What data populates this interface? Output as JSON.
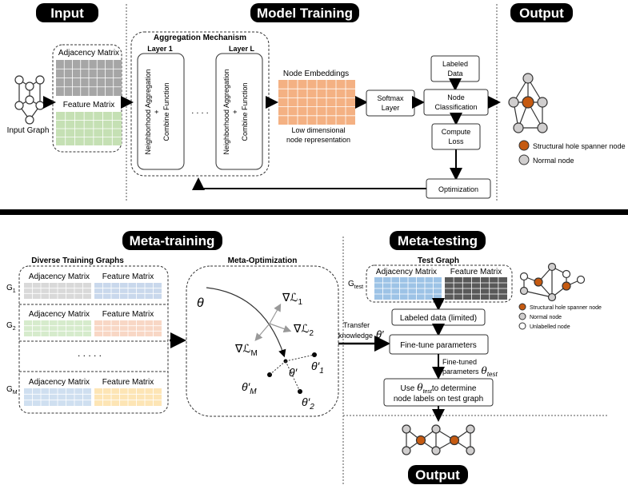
{
  "top": {
    "sections": {
      "input": "Input",
      "model_training": "Model Training",
      "output": "Output"
    },
    "input_graph_label": "Input Graph",
    "adjacency_matrix": "Adjacency Matrix",
    "feature_matrix": "Feature Matrix",
    "aggregation_title": "Aggregation Mechanism",
    "layer1": "Layer 1",
    "layerL": "Layer L",
    "neighborhood_aggregation": "Neighborhood Aggregation",
    "plus": "+",
    "combine_function": "Combine Function",
    "dots": ". . . .",
    "node_embeddings": "Node Embeddings",
    "low_dim_1": "Low dimensional",
    "low_dim_2": "node representation",
    "softmax_1": "Softmax",
    "softmax_2": "Layer",
    "labeled_1": "Labeled",
    "labeled_2": "Data",
    "node_class_1": "Node",
    "node_class_2": "Classification",
    "compute_1": "Compute",
    "compute_2": "Loss",
    "optimization": "Optimization",
    "legend_spanner": "Structural hole spanner node",
    "legend_normal": "Normal node"
  },
  "bottom": {
    "sections": {
      "meta_training": "Meta-training",
      "meta_testing": "Meta-testing",
      "output": "Output"
    },
    "diverse_training_graphs": "Diverse Training Graphs",
    "adjacency_matrix": "Adjacency Matrix",
    "feature_matrix": "Feature Matrix",
    "g1": "G",
    "g1_sub": "1",
    "g2": "G",
    "g2_sub": "2",
    "gm": "G",
    "gm_sub": "M",
    "dots": ". . . . .",
    "meta_optimization": "Meta-Optimization",
    "theta": "θ",
    "grad_l1": "∇ℒ",
    "grad_l1_sub": "1",
    "grad_l2": "∇ℒ",
    "grad_l2_sub": "2",
    "grad_lm": "∇ℒ",
    "grad_lm_sub": "M",
    "theta_prime": "θ′",
    "theta_prime_1": "θ′",
    "theta_prime_1_sub": "1",
    "theta_prime_2": "θ′",
    "theta_prime_2_sub": "2",
    "theta_prime_m": "θ′",
    "theta_prime_m_sub": "M",
    "transfer_1": "Transfer",
    "transfer_2": "knowledge",
    "transfer_theta": "θ′",
    "test_graph": "Test Graph",
    "g_test": "G",
    "g_test_sub": "test",
    "labeled_limited": "Labeled data (limited)",
    "fine_tune": "Fine-tune parameters",
    "fine_tuned_1": "Fine-tuned",
    "fine_tuned_2": "parameters",
    "fine_tuned_theta": "θ",
    "fine_tuned_theta_sub": "test",
    "use_1": "Use",
    "use_theta": "θ",
    "use_theta_sub": "test",
    "use_2": "to determine",
    "use_3": "node  labels on test graph",
    "legend_spanner": "Structural hole spanner node",
    "legend_normal": "Normal node",
    "legend_unlabelled": "Unlabelled node"
  },
  "colors": {
    "adjacency_gray": "#a6a6a6",
    "feature_green": "#c5e0b4",
    "embedding_orange": "#f4b183",
    "spanner": "#c55a11",
    "normal": "#d0cece",
    "adj_light_gray": "#d9d9d9",
    "feat_light_blue": "#c9d8ec",
    "adj_light_green": "#d6ebcc",
    "feat_light_peach": "#f8d7c5",
    "adj_light_blue": "#cfdff0",
    "feat_light_yellow": "#fde5b5",
    "test_blue": "#9dc3e6",
    "test_dark": "#595959"
  }
}
